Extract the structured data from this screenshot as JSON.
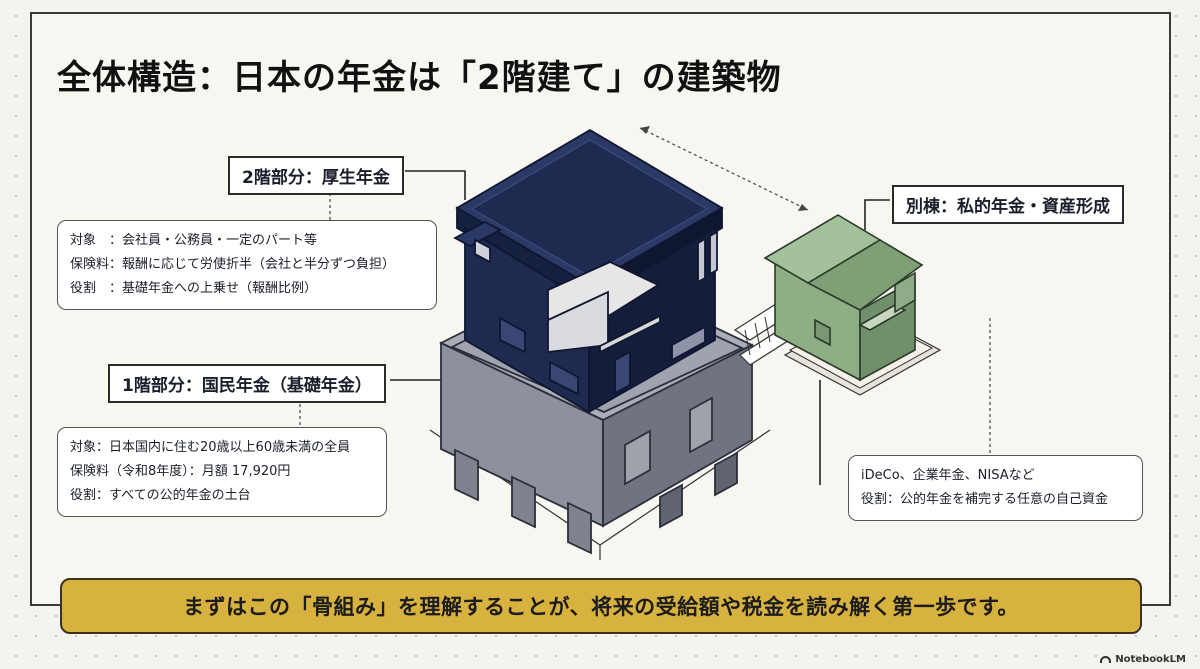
{
  "title": "全体構造：日本の年金は「2階建て」の建築物",
  "second_floor": {
    "label": "2階部分：厚生年金",
    "lines": [
      "対象　：会社員・公務員・一定のパート等",
      "保険料：報酬に応じて労使折半（会社と半分ずつ負担）",
      "役割　：基礎年金への上乗せ（報酬比例）"
    ]
  },
  "first_floor": {
    "label": "1階部分：国民年金（基礎年金）",
    "lines": [
      "対象：日本国内に住む20歳以上60歳未満の全員",
      "保険料（令和8年度）：月額 17,920円",
      "役割：すべての公的年金の土台"
    ]
  },
  "annex": {
    "label": "別棟：私的年金・資産形成",
    "lines": [
      "iDeCo、企業年金、NISAなど",
      "役割：公的年金を補完する任意の自己資金"
    ]
  },
  "banner": "まずはこの「骨組み」を理解することが、将来の受給額や税金を読み解く第一歩です。",
  "brand": "NotebookLM",
  "colors": {
    "upper_floor": "#1e2a4f",
    "lower_floor": "#8b909c",
    "annex": "#8eae85",
    "banner": "#d8b23f"
  }
}
